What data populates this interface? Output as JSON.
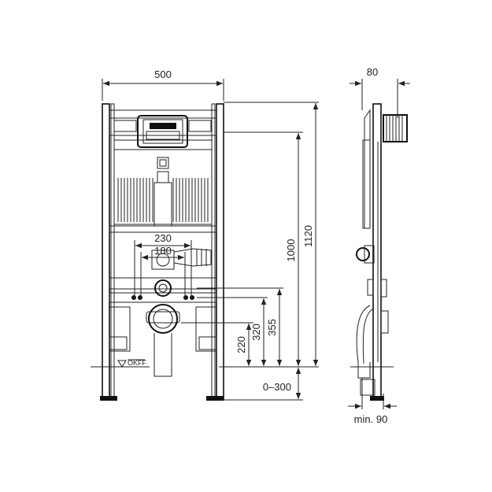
{
  "dimensions": {
    "width_front": "500",
    "width_side": "80",
    "total_height": "1120",
    "frame_height": "1000",
    "spacing_outer": "230",
    "spacing_inner": "180",
    "h_355": "355",
    "h_320": "320",
    "h_220": "220",
    "adjust_range": "0–300",
    "min_depth": "min. 90",
    "floor_label": "OKFF"
  }
}
